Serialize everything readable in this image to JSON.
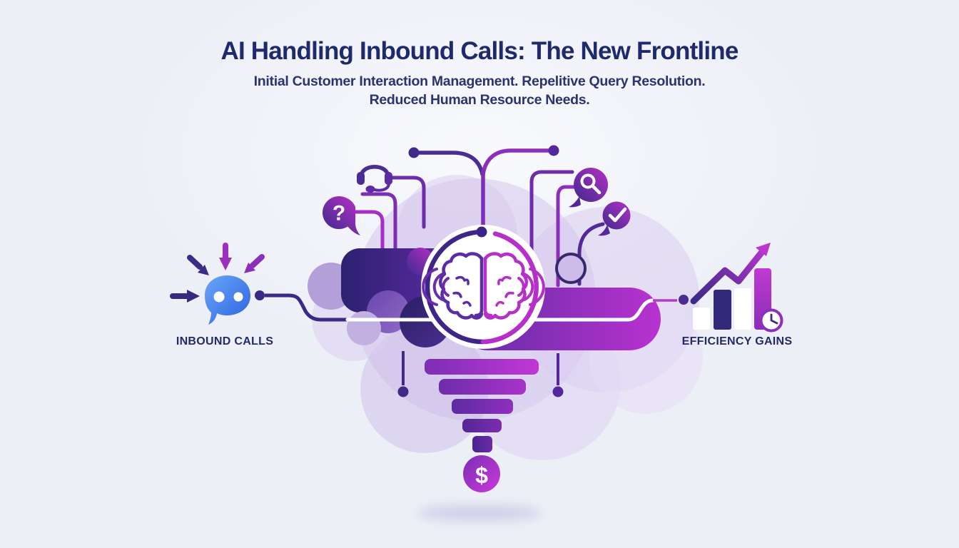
{
  "header": {
    "title": "AI Handling Inbound Calls: The New Frontline",
    "subtitle_line1": "Initial Customer Interaction Management. Repelitive Query Resolution.",
    "subtitle_line2": "Reduced Human Resource Needs."
  },
  "diagram": {
    "left_label": "INBOUND CALLS",
    "right_label": "EFFICIENCY GAINS",
    "question_symbol": "?",
    "dollar_symbol": "$"
  },
  "icons": {
    "left": [
      "inbound-arrows-icon",
      "chat-bubble-icon"
    ],
    "top": [
      "headset-icon",
      "question-bubble-icon",
      "magnifier-bubble-icon",
      "check-bubble-icon"
    ],
    "center": [
      "brain-icon",
      "sound-waves-icon"
    ],
    "bottom": [
      "funnel-icon",
      "dollar-coin-icon"
    ],
    "right": [
      "bar-chart-icon",
      "growth-arrow-icon",
      "clock-icon"
    ]
  },
  "colors": {
    "background": "#edeff7",
    "title_navy": "#1e2a6b",
    "indigo": "#352a80",
    "purple": "#7b2fb5",
    "magenta": "#b832cf",
    "chat_blue": "#3f7df0",
    "white": "#ffffff"
  }
}
